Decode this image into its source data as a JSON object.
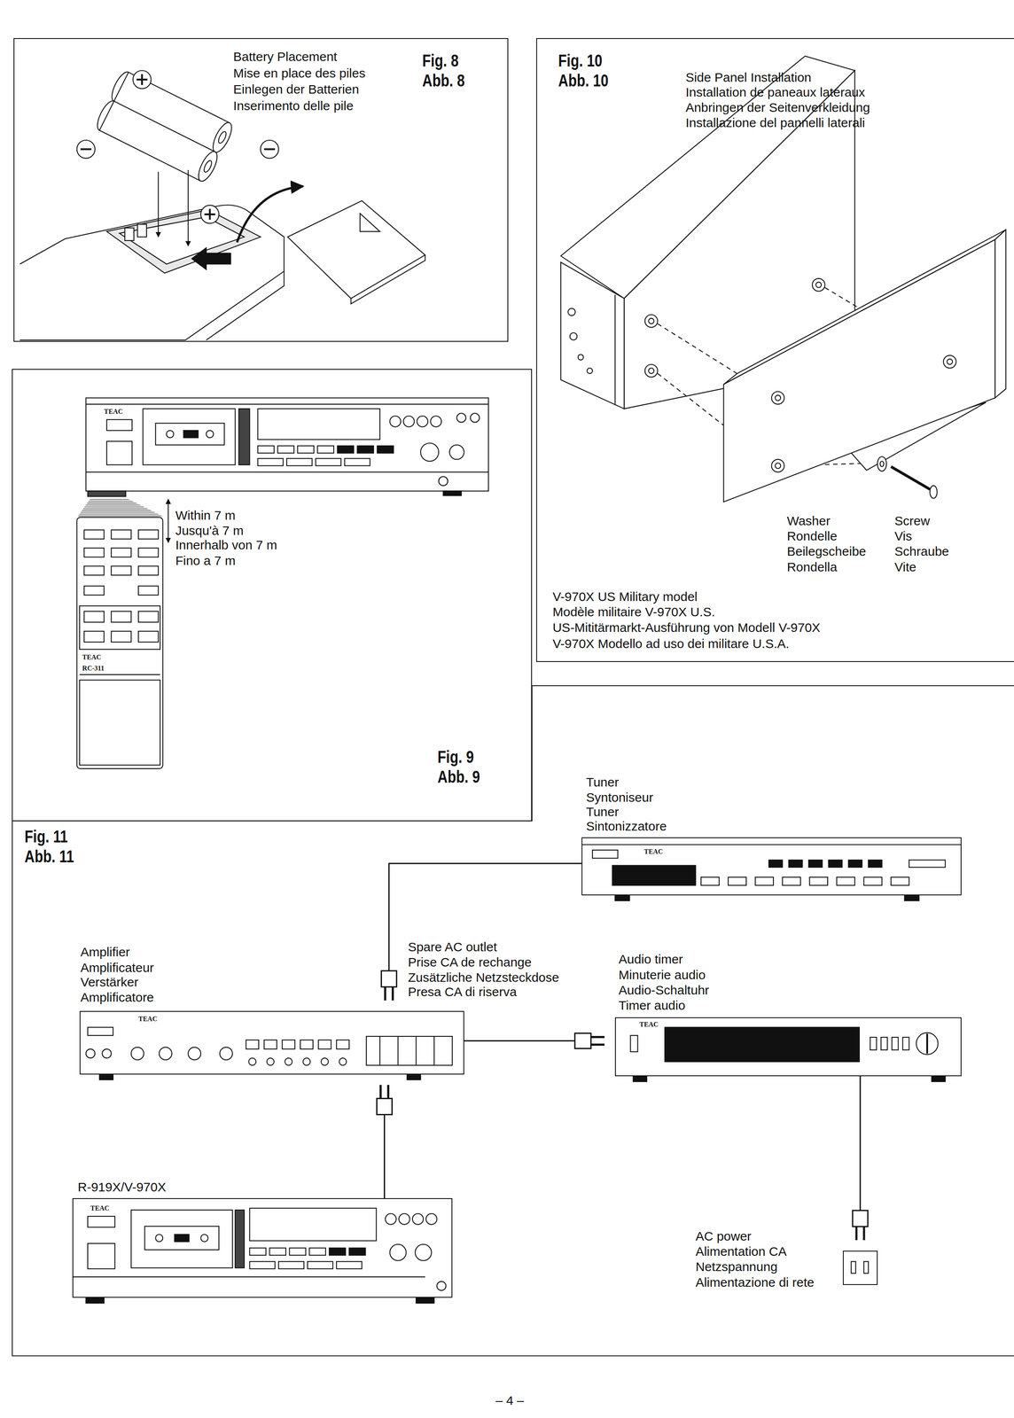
{
  "diagram": {
    "nodes": [
      {
        "text": [
          "Fig. 8",
          "Abb. 8",
          "Battery Placement",
          "Mise en place des piles",
          "Einlegen der Batterien",
          "Inserimento delle pile"
        ]
      },
      {
        "text": [
          "Fig. 9",
          "Abb. 9",
          "Within 7 m",
          "Jusqu'à 7 m",
          "Innerhalb von 7 m",
          "Fino a 7 m"
        ]
      },
      {
        "text": [
          "Fig. 10",
          "Abb. 10",
          "Side Panel Installation",
          "Installation de paneaux latéraux",
          "Anbringen der Seitenverkleidung",
          "Installazione del pannelli laterali",
          "V-970X US Military model",
          "Modèle militaire V-970X U.S.",
          "US-Mititärmarkt-Ausführung von Modell V-970X",
          "V-970X Modello ad uso dei militare U.S.A."
        ]
      },
      {
        "text": [
          "Fig. 11",
          "Abb. 11"
        ]
      },
      {
        "text": [
          "Tuner",
          "Syntoniseur",
          "Tuner",
          "Sintonizzatore"
        ],
        "in": 3
      },
      {
        "text": [
          "Amplifier",
          "Amplificateur",
          "Verstärker",
          "Amplificatore"
        ],
        "in": 3
      },
      {
        "text": [
          "Audio timer",
          "Minuterie audio",
          "Audio-Schaltuhr",
          "Timer audio"
        ],
        "in": 3
      },
      {
        "text": [
          "R-919X/V-970X"
        ],
        "in": 3
      },
      {
        "text": [
          "AC power",
          "Alimentation CA",
          "Netzspannung",
          "Alimentazione di rete"
        ],
        "in": 3
      }
    ],
    "edges": [
      {
        "from": 4,
        "to": 5,
        "arrow": "none"
      },
      {
        "from": 7,
        "to": 5,
        "arrow": "none"
      },
      {
        "from": 5,
        "to": 6,
        "arrow": "none"
      },
      {
        "from": 6,
        "to": 8,
        "arrow": "none"
      }
    ],
    "labels": [
      "Washer",
      "Rondelle",
      "Beilegscheibe",
      "Rondella",
      "Screw",
      "Vis",
      "Schraube",
      "Vite",
      "TEAC",
      "TEAC",
      "RC-311",
      "Spare AC outlet",
      "Prise CA de rechange",
      "Zusätzliche Netzsteckdose",
      "Presa CA di riserva",
      "TEAC",
      "TEAC",
      "TEAC",
      "TEAC",
      "– 4 –"
    ]
  }
}
